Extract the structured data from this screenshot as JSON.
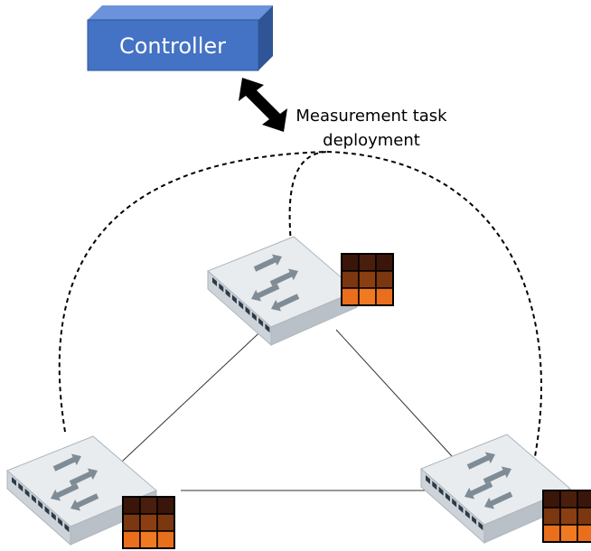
{
  "controller": {
    "label": "Controller",
    "front_color": "#4472C4",
    "top_color": "#6B93DC",
    "side_color": "#2F5597"
  },
  "deployment": {
    "label_line1": "Measurement task",
    "label_line2": "deployment",
    "arrow_icon": "double-headed-arrow"
  },
  "switches": [
    {
      "id": "top",
      "icon": "network-switch-icon",
      "matrix": "measurement-matrix"
    },
    {
      "id": "bottom-left",
      "icon": "network-switch-icon",
      "matrix": "measurement-matrix"
    },
    {
      "id": "bottom-right",
      "icon": "network-switch-icon",
      "matrix": "measurement-matrix"
    }
  ],
  "matrix_colors": [
    [
      "#3A160A",
      "#4A1E0C",
      "#3A160A"
    ],
    [
      "#7A3710",
      "#8A3E12",
      "#7A3710"
    ],
    [
      "#E96F1C",
      "#F07A22",
      "#E96F1C"
    ]
  ],
  "switch_colors": {
    "top": "#E8ECEF",
    "left": "#CDD3D9",
    "right": "#B9C0C7",
    "arrow": "#7F8C96",
    "port": "#2C3A47"
  }
}
